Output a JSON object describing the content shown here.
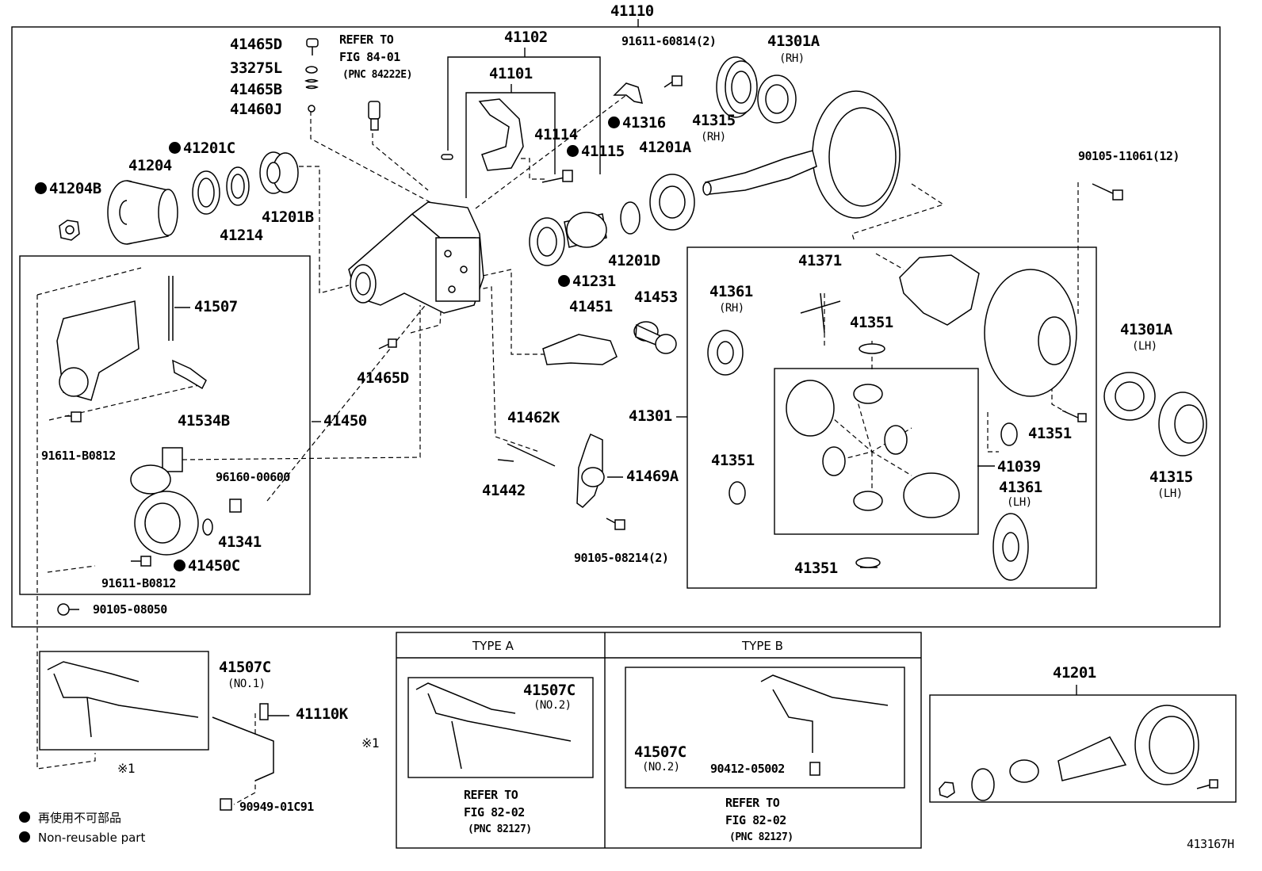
{
  "assembly": "41110",
  "figure_code": "413167H",
  "reference_main": {
    "line1": "REFER TO",
    "line2": "FIG 84-01",
    "line3": "(PNC 84222E)"
  },
  "legend": [
    {
      "text": "再使用不可部品"
    },
    {
      "text": "Non-reusable part"
    }
  ],
  "parts": {
    "p41465D_top": "41465D",
    "p33275L": "33275L",
    "p41465B": "41465B",
    "p41460J": "41460J",
    "p41102": "41102",
    "p41101": "41101",
    "p41114": "41114",
    "p41115": "41115",
    "p41316": "41316",
    "p91611_60814": "91611-60814(2)",
    "p41301A_rh": "41301A",
    "p41301A_rh_side": "(RH)",
    "p41315_rh": "41315",
    "p41315_rh_side": "(RH)",
    "p41201C": "41201C",
    "p41204": "41204",
    "p41204B": "41204B",
    "p41214": "41214",
    "p41201B": "41201B",
    "p41201A": "41201A",
    "p41201D": "41201D",
    "p41231": "41231",
    "p90105_11061": "90105-11061(12)",
    "p41507": "41507",
    "p41534B": "41534B",
    "p41450": "41450",
    "p91611_B0812_a": "91611-B0812",
    "p96160_00600": "96160-00600",
    "p41341": "41341",
    "p41450C": "41450C",
    "p91611_B0812_b": "91611-B0812",
    "p90105_08050": "90105-08050",
    "p41465D_mid": "41465D",
    "p41451": "41451",
    "p41453": "41453",
    "p41462K": "41462K",
    "p41442": "41442",
    "p41469A": "41469A",
    "p90105_08214": "90105-08214(2)",
    "p41371": "41371",
    "p41361_rh": "41361",
    "p41361_rh_side": "(RH)",
    "p41351_a": "41351",
    "p41301": "41301",
    "p41351_b": "41351",
    "p41351_c": "41351",
    "p41039": "41039",
    "p41361_lh": "41361",
    "p41361_lh_side": "(LH)",
    "p41351_d": "41351",
    "p41301A_lh": "41301A",
    "p41301A_lh_side": "(LH)",
    "p41315_lh": "41315",
    "p41315_lh_side": "(LH)",
    "p41507C_1": "41507C",
    "p41507C_1_no": "(NO.1)",
    "p41110K": "41110K",
    "p90949_01C91": "90949-01C91",
    "note_x1_left": "※1",
    "note_x1_mid": "※1",
    "p41201": "41201"
  },
  "type_a": {
    "title": "TYPE A",
    "part": "41507C",
    "part_no": "(NO.2)",
    "ref1": "REFER TO",
    "ref2": "FIG 82-02",
    "ref3": "(PNC 82127)"
  },
  "type_b": {
    "title": "TYPE B",
    "part": "41507C",
    "part_no": "(NO.2)",
    "part2": "90412-05002",
    "ref1": "REFER TO",
    "ref2": "FIG 82-02",
    "ref3": "(PNC 82127)"
  }
}
